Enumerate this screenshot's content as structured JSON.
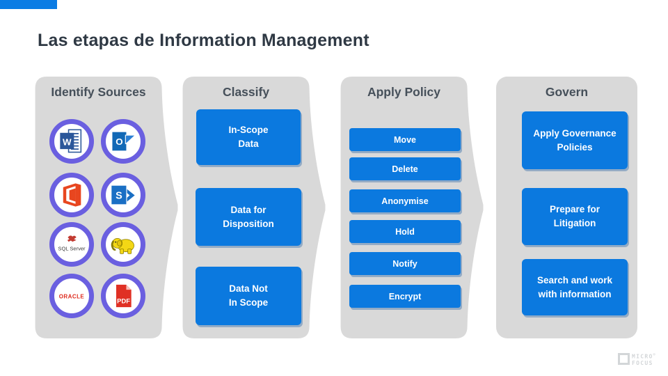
{
  "slide": {
    "title": "Las etapas de Information Management"
  },
  "columns": [
    {
      "header": "Identify Sources",
      "icons": [
        {
          "name": "word-icon",
          "letter": "W"
        },
        {
          "name": "outlook-icon",
          "letter": "O"
        },
        {
          "name": "office-icon"
        },
        {
          "name": "sharepoint-icon",
          "letter": "S"
        },
        {
          "name": "sql-server-icon",
          "text": "SQL Server"
        },
        {
          "name": "hadoop-icon"
        },
        {
          "name": "oracle-icon",
          "text": "ORACLE"
        },
        {
          "name": "pdf-icon",
          "text": "PDF"
        }
      ]
    },
    {
      "header": "Classify",
      "boxes": [
        "In-Scope\nData",
        "Data for\nDisposition",
        "Data Not\nIn Scope"
      ]
    },
    {
      "header": "Apply Policy",
      "buttons": [
        "Move",
        "Delete",
        "Anonymise",
        "Hold",
        "Notify",
        "Encrypt"
      ]
    },
    {
      "header": "Govern",
      "boxes": [
        "Apply Governance\nPolicies",
        "Prepare for\nLitigation",
        "Search and work\nwith information"
      ]
    }
  ],
  "logo": {
    "line1": "MICRO",
    "reg": "®",
    "line2": "FOCUS"
  },
  "colors": {
    "accent_blue": "#0b7ce4",
    "box_blue": "#0b79df",
    "panel_gray": "#d9d9d9",
    "ring_purple": "#6a5fe0",
    "title_text": "#2f3944",
    "header_text": "#46505a"
  }
}
